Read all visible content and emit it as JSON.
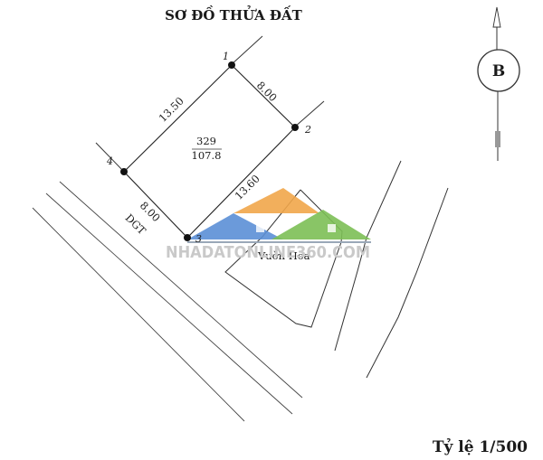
{
  "title": "SƠ ĐỒ THỬA ĐẤT",
  "compass": {
    "letter": "B"
  },
  "parcel": {
    "number": "329",
    "area": "107.8"
  },
  "vertices": [
    "1",
    "2",
    "3",
    "4"
  ],
  "edges": {
    "e12": "8.00",
    "e23": "13.60",
    "e34": "8.00",
    "e41": "13.50"
  },
  "labels": {
    "road": "DGT",
    "garden": "Vườn Hoa"
  },
  "watermark": "NHADATONLINE360.COM",
  "scale_text": "Tỷ lệ 1/500"
}
